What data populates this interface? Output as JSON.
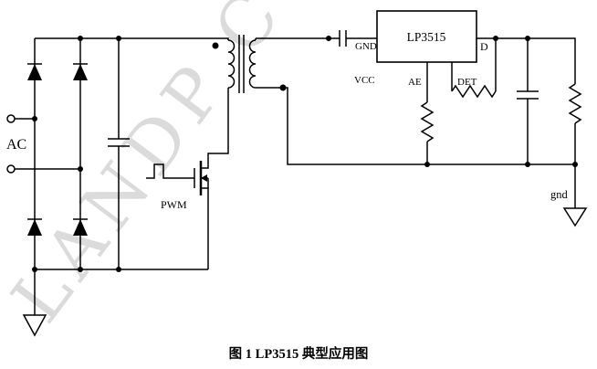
{
  "watermark": {
    "text": "LANDP CON"
  },
  "diagram": {
    "labels": {
      "ac": "AC",
      "pwm": "PWM",
      "ic_name": "LP3515",
      "pin_gnd": "GND",
      "pin_vcc": "VCC",
      "pin_ae": "AE",
      "pin_det": "DET",
      "pin_d": "D",
      "node_gnd": "gnd"
    }
  },
  "caption": {
    "text": "图 1  LP3515 典型应用图"
  },
  "colors": {
    "wire": "#000000",
    "watermark": "#bfbfbf",
    "background": "#ffffff"
  }
}
